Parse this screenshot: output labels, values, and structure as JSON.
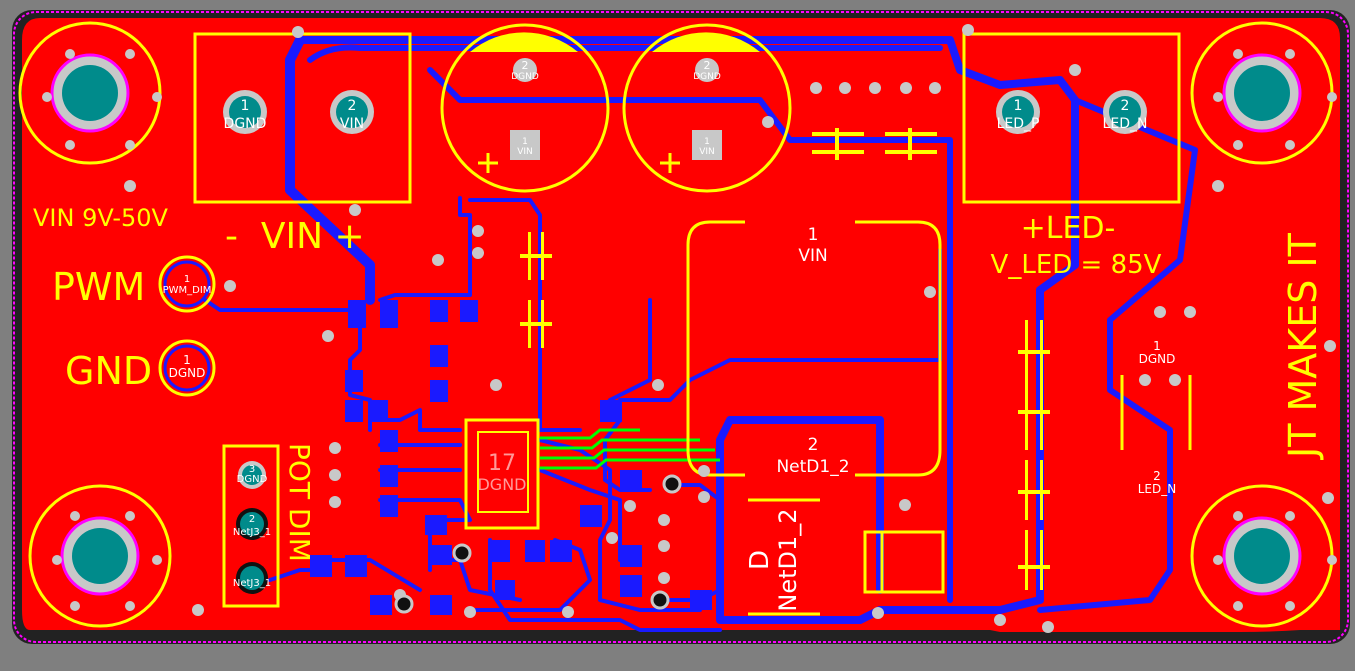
{
  "colors": {
    "background": "#7f7f7f",
    "board_dark": "#222222",
    "copper_top": "#ff0000",
    "copper_bottom": "#1a1aff",
    "silkscreen": "#ffff00",
    "pad_copper": "#c0c0c0",
    "drill": "#008b8b",
    "outline": "#ff00ff",
    "highlight_trace": "#00ff00"
  },
  "labels": {
    "vin_range": "VIN 9V-50V",
    "vin_polarity": "-  VIN +",
    "pwm": "PWM",
    "gnd": "GND",
    "pot_dim": "POT DIM",
    "led_polarity": "+LED-",
    "v_led": "V_LED = 85V",
    "brand": "JT MAKES IT"
  },
  "pads": {
    "vin_conn_1_num": "1",
    "vin_conn_1_net": "DGND",
    "vin_conn_2_num": "2",
    "vin_conn_2_net": "VIN",
    "cap1_pin2_num": "2",
    "cap1_pin2_net": "DGND",
    "cap1_pin1_num": "1",
    "cap1_pin1_net": "VIN",
    "cap2_pin2_num": "2",
    "cap2_pin2_net": "DGND",
    "cap2_pin1_num": "1",
    "cap2_pin1_net": "VIN",
    "led_conn_1_num": "1",
    "led_conn_1_net": "LED_P",
    "led_conn_2_num": "2",
    "led_conn_2_net": "LED_N",
    "pwm_pad_num": "1",
    "pwm_pad_net": "PWM_DIM",
    "gnd_pad_num": "1",
    "gnd_pad_net": "DGND",
    "pot_3_num": "3",
    "pot_3_net": "DGND",
    "pot_2_num": "2",
    "pot_2_net": "NetJ3_1",
    "pot_1_net": "NetJ3_1",
    "ic_num": "17",
    "ic_net": "DGND",
    "inductor_1_num": "1",
    "inductor_1_net": "VIN",
    "inductor_2_num": "2",
    "inductor_2_net": "NetD1_2",
    "diode_ref": "D",
    "diode_net": "NetD1_2",
    "sense_1_num": "1",
    "sense_1_net": "DGND",
    "sense_2_num": "2",
    "sense_2_net": "LED_N"
  }
}
